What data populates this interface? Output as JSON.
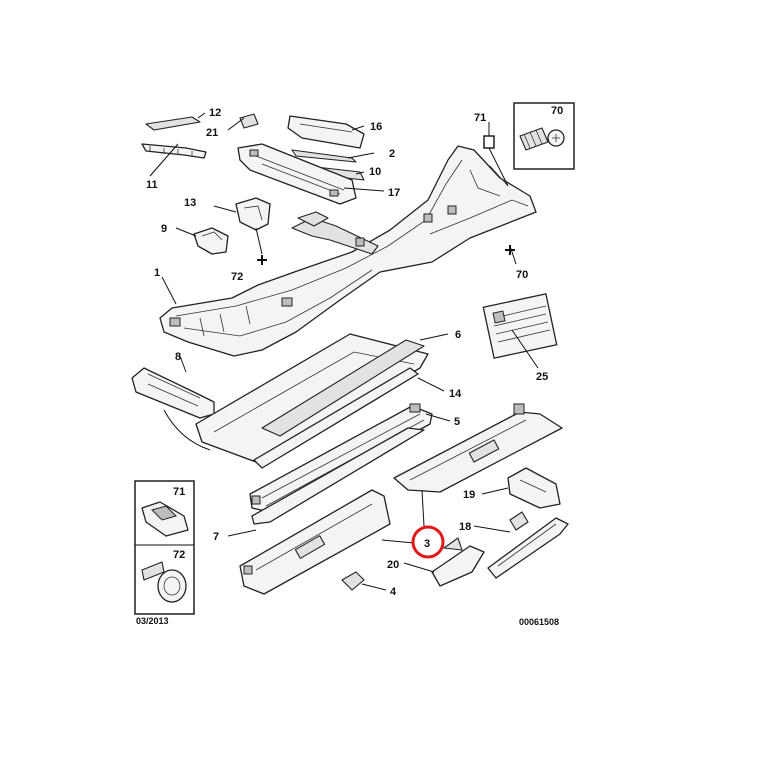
{
  "diagram": {
    "date_code": "03/2013",
    "reference_code": "00061508",
    "highlighted_part": "3",
    "highlight_color": "#e01818",
    "callouts": [
      {
        "id": "c1",
        "label": "1"
      },
      {
        "id": "c2",
        "label": "2"
      },
      {
        "id": "c3",
        "label": "3"
      },
      {
        "id": "c4",
        "label": "4"
      },
      {
        "id": "c5",
        "label": "5"
      },
      {
        "id": "c6",
        "label": "6"
      },
      {
        "id": "c7",
        "label": "7"
      },
      {
        "id": "c8",
        "label": "8"
      },
      {
        "id": "c9",
        "label": "9"
      },
      {
        "id": "c10",
        "label": "10"
      },
      {
        "id": "c11",
        "label": "11"
      },
      {
        "id": "c12",
        "label": "12"
      },
      {
        "id": "c13",
        "label": "13"
      },
      {
        "id": "c14",
        "label": "14"
      },
      {
        "id": "c16",
        "label": "16"
      },
      {
        "id": "c17",
        "label": "17"
      },
      {
        "id": "c18",
        "label": "18"
      },
      {
        "id": "c19",
        "label": "19"
      },
      {
        "id": "c20",
        "label": "20"
      },
      {
        "id": "c21",
        "label": "21"
      },
      {
        "id": "c25",
        "label": "25"
      },
      {
        "id": "c70a",
        "label": "70"
      },
      {
        "id": "c70b",
        "label": "70"
      },
      {
        "id": "c71a",
        "label": "71"
      },
      {
        "id": "c71b",
        "label": "71"
      },
      {
        "id": "c72a",
        "label": "72"
      },
      {
        "id": "c72b",
        "label": "72"
      }
    ]
  }
}
